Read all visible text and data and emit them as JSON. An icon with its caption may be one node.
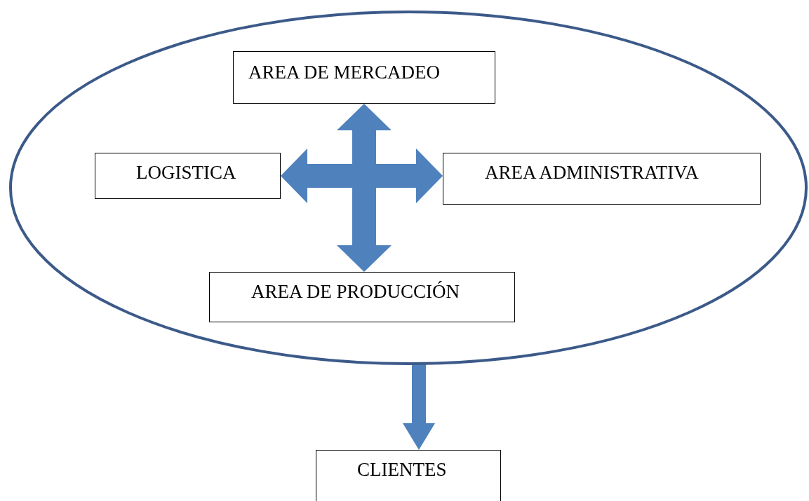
{
  "diagram": {
    "nodes": [
      {
        "text": [],
        "shape": "ellipse"
      },
      {
        "text": [
          "AREA DE MERCADEO"
        ],
        "in": 0
      },
      {
        "text": [
          "LOGISTICA"
        ],
        "in": 0
      },
      {
        "text": [
          "AREA ADMINISTRATIVA"
        ],
        "in": 0
      },
      {
        "text": [
          "AREA DE PRODUCCIÓN"
        ],
        "in": 0
      },
      {
        "text": [
          "CLIENTES"
        ]
      }
    ],
    "edges": [
      {
        "from": 2,
        "to": 3,
        "arrow": "both"
      },
      {
        "from": 1,
        "to": 4,
        "arrow": "both"
      },
      {
        "from": 0,
        "to": 5,
        "arrow": "to"
      }
    ]
  }
}
